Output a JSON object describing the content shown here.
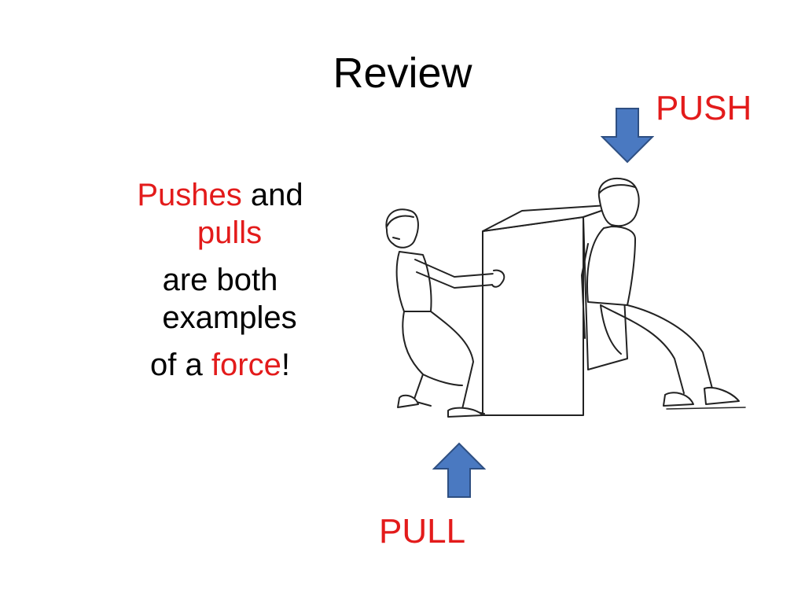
{
  "slide": {
    "title": "Review"
  },
  "body": {
    "line1_word1": "Pushes",
    "line1_word2": "and",
    "line1_word3": "pulls",
    "line2_a": "are both",
    "line2_b": "examples",
    "line3_prefix": "of a",
    "line3_word": "force",
    "line3_suffix": "!"
  },
  "labels": {
    "push": "PUSH",
    "pull": "PULL"
  },
  "colors": {
    "accent_red": "#e31b1b",
    "arrow_fill": "#4a79c1",
    "arrow_stroke": "#2e4f82"
  },
  "icons": {
    "push_arrow": "arrow-down-icon",
    "pull_arrow": "arrow-up-icon"
  }
}
